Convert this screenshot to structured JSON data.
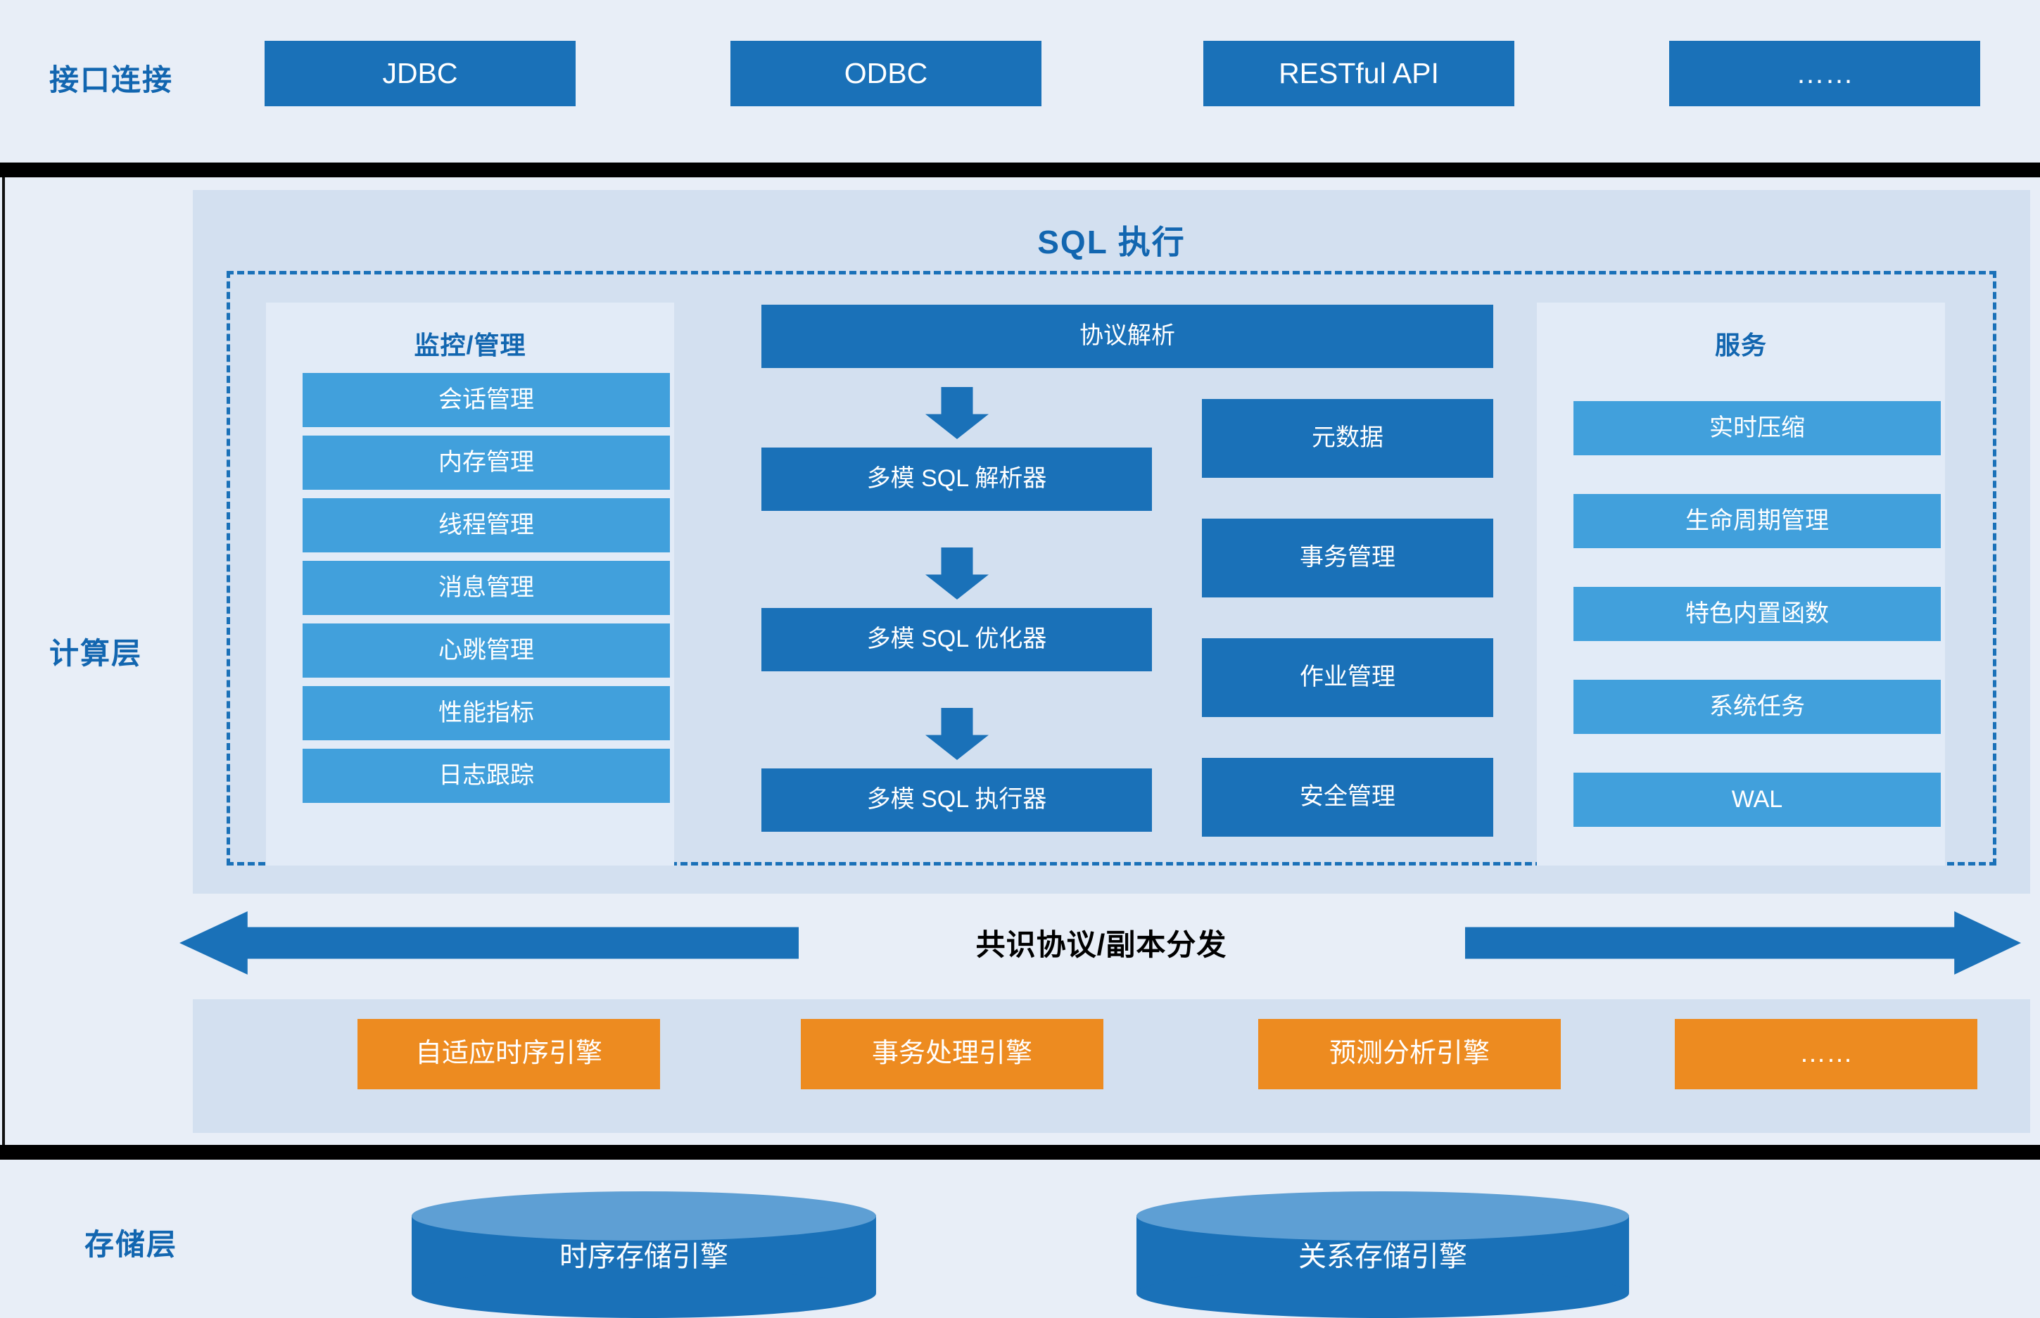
{
  "layers": {
    "interface": {
      "label": "接口连接"
    },
    "compute": {
      "label": "计算层"
    },
    "storage": {
      "label": "存储层"
    }
  },
  "interface_row": {
    "items": [
      {
        "label": "JDBC"
      },
      {
        "label": "ODBC"
      },
      {
        "label": "RESTful API"
      },
      {
        "label": "……"
      }
    ]
  },
  "sql_panel": {
    "title": "SQL 执行",
    "monitor_column": {
      "title": "监控/管理",
      "items": [
        {
          "label": "会话管理"
        },
        {
          "label": "内存管理"
        },
        {
          "label": "线程管理"
        },
        {
          "label": "消息管理"
        },
        {
          "label": "心跳管理"
        },
        {
          "label": "性能指标"
        },
        {
          "label": "日志跟踪"
        }
      ]
    },
    "pipeline": {
      "header": "协议解析",
      "stages": [
        {
          "label": "多模 SQL 解析器"
        },
        {
          "label": "多模 SQL 优化器"
        },
        {
          "label": "多模 SQL 执行器"
        }
      ]
    },
    "core_column": {
      "items": [
        {
          "label": "元数据"
        },
        {
          "label": "事务管理"
        },
        {
          "label": "作业管理"
        },
        {
          "label": "安全管理"
        }
      ]
    },
    "service_column": {
      "title": "服务",
      "items": [
        {
          "label": "实时压缩"
        },
        {
          "label": "生命周期管理"
        },
        {
          "label": "特色内置函数"
        },
        {
          "label": "系统任务"
        },
        {
          "label": "WAL"
        }
      ]
    }
  },
  "consensus": {
    "label": "共识协议/副本分发"
  },
  "engine_strip": {
    "items": [
      {
        "label": "自适应时序引擎"
      },
      {
        "label": "事务处理引擎"
      },
      {
        "label": "预测分析引擎"
      },
      {
        "label": "……"
      }
    ]
  },
  "storage_row": {
    "items": [
      {
        "label": "时序存储引擎"
      },
      {
        "label": "关系存储引擎"
      }
    ]
  },
  "colors": {
    "page_background": "#e8eef7",
    "panel_background": "#d3e0f0",
    "column_background": "#e2ebf7",
    "dark_blue": "#1a71b8",
    "light_blue": "#41a0dc",
    "orange": "#ed8b20",
    "label_blue": "#1266b0",
    "separator_black": "#000000"
  }
}
